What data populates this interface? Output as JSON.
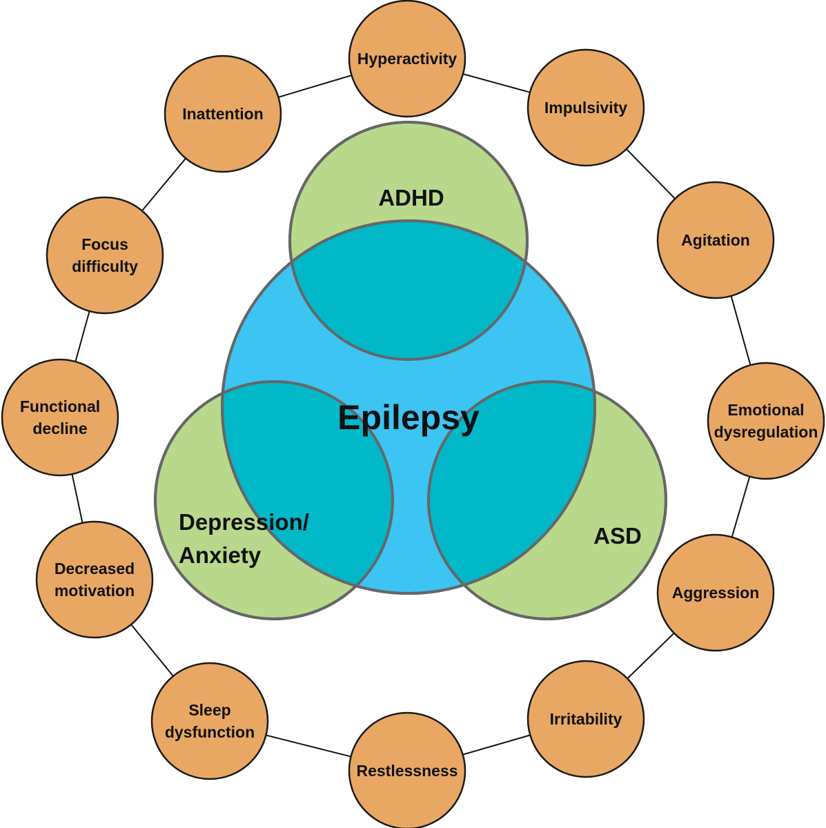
{
  "colors": {
    "symptom_fill": "#e8a864",
    "condition_fill": "#b8d98c",
    "epilepsy_fill": "#3cc4f2",
    "overlap_fill": "#00b8c8",
    "outline": "#666666"
  },
  "center": {
    "label": "Epilepsy"
  },
  "conditions": [
    {
      "id": "adhd",
      "label_lines": [
        "ADHD"
      ]
    },
    {
      "id": "depression-anxiety",
      "label_lines": [
        "Depression/",
        "Anxiety"
      ]
    },
    {
      "id": "asd",
      "label_lines": [
        "ASD"
      ]
    }
  ],
  "symptoms": [
    {
      "label_lines": [
        "Hyperactivity"
      ]
    },
    {
      "label_lines": [
        "Impulsivity"
      ]
    },
    {
      "label_lines": [
        "Agitation"
      ]
    },
    {
      "label_lines": [
        "Emotional",
        "dysregulation"
      ]
    },
    {
      "label_lines": [
        "Aggression"
      ]
    },
    {
      "label_lines": [
        "Irritability"
      ]
    },
    {
      "label_lines": [
        "Restlessness"
      ]
    },
    {
      "label_lines": [
        "Sleep",
        "dysfunction"
      ]
    },
    {
      "label_lines": [
        "Decreased",
        "motivation"
      ]
    },
    {
      "label_lines": [
        "Functional",
        "decline"
      ]
    },
    {
      "label_lines": [
        "Focus",
        "difficulty"
      ]
    },
    {
      "label_lines": [
        "Inattention"
      ]
    }
  ]
}
